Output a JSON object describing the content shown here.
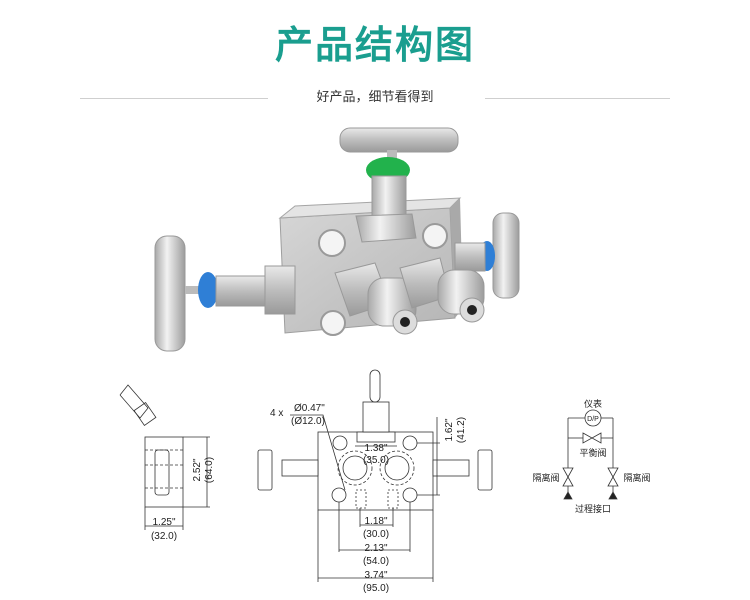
{
  "header": {
    "title": "产品结构图",
    "subtitle": "好产品，细节看得到",
    "accent_color": "#1a9e8f"
  },
  "product_photo": {
    "alt": "three-valve manifold stainless steel",
    "handle_colors": {
      "top": "#22b24c",
      "sides": "#2f7fd6"
    }
  },
  "side_view": {
    "height_in": "2.52\"",
    "height_mm": "(64.0)",
    "width_in": "1.25\"",
    "width_mm": "(32.0)"
  },
  "front_view": {
    "hole_count": "4 x",
    "hole_dia_in": "Ø0.47\"",
    "hole_dia_mm": "(Ø12.0)",
    "port_spacing_in": "1.38\"",
    "port_spacing_mm": "(35.0)",
    "height_in": "1.62\"",
    "height_mm": "(41.2)",
    "inner_in": "1.18\"",
    "inner_mm": "(30.0)",
    "hole_spacing_in": "2.13\"",
    "hole_spacing_mm": "(54.0)",
    "overall_in": "3.74\"",
    "overall_mm": "(95.0)"
  },
  "schematic": {
    "instrument": "仪表",
    "dp_symbol": "D/P",
    "equalizer_valve": "平衡阀",
    "isolation_left": "隔离阀",
    "isolation_right": "隔离阀",
    "process_connection": "过程接口"
  }
}
